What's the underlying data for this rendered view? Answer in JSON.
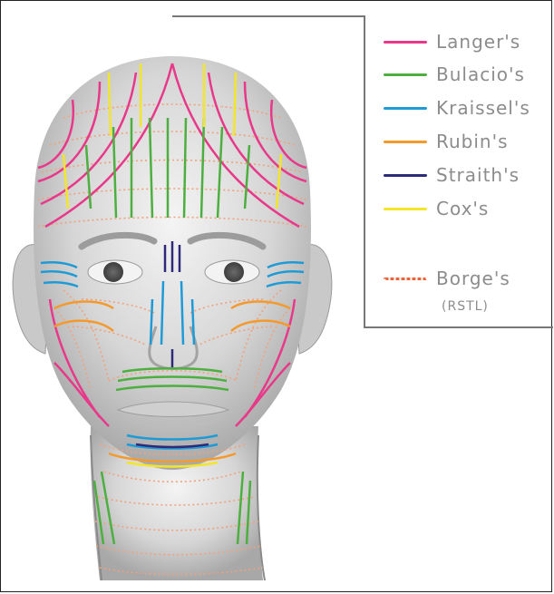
{
  "legend": {
    "items": [
      {
        "label": "Langer's",
        "color": "#e8388a",
        "style": "solid"
      },
      {
        "label": "Bulacio's",
        "color": "#4caf3f",
        "style": "solid"
      },
      {
        "label": "Kraissel's",
        "color": "#1e9ad6",
        "style": "solid"
      },
      {
        "label": "Rubin's",
        "color": "#f39a2e",
        "style": "solid"
      },
      {
        "label": "Straith's",
        "color": "#2e2a7a",
        "style": "solid"
      },
      {
        "label": "Cox's",
        "color": "#f2e52a",
        "style": "solid"
      },
      {
        "label": "Borge's",
        "color": "#e8643b",
        "style": "dotted"
      }
    ],
    "borge_sub": "(RSTL)"
  },
  "colors": {
    "skin_light": "#efefef",
    "skin_dark": "#a9a9a9",
    "rstl": "#f0a27c",
    "frame_line": "#777777"
  }
}
